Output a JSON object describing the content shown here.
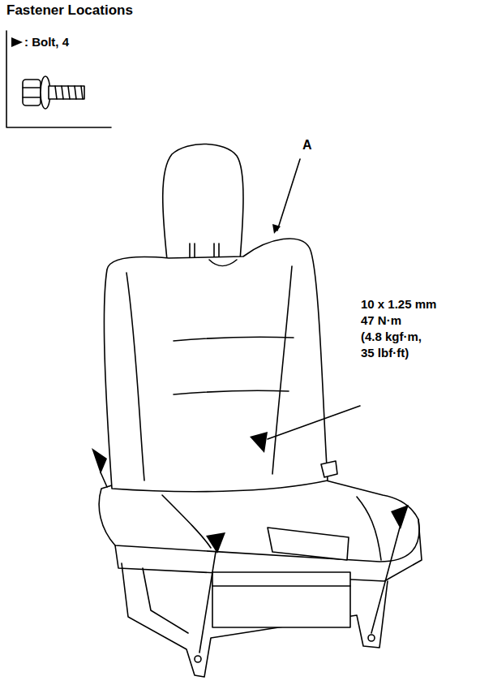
{
  "diagram": {
    "title": "Fastener Locations",
    "labels": [
      ": Bolt, 4",
      "A",
      "10 x 1.25 mm",
      "47 N·m",
      "(4.8 kgf·m,",
      "35 lbf·ft)"
    ]
  }
}
